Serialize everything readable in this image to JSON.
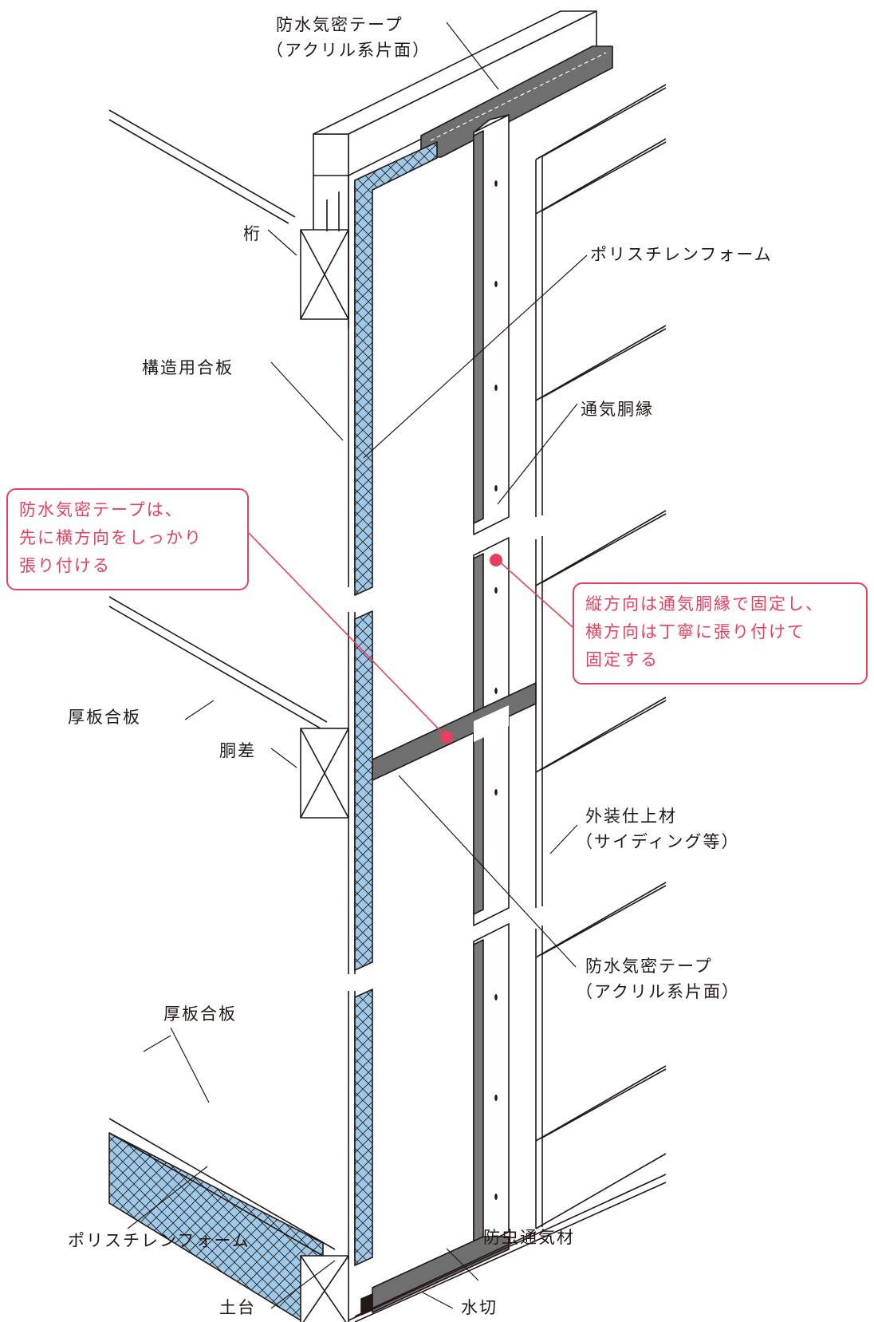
{
  "labels": {
    "top_tape_line1": "防水気密テープ",
    "top_tape_line2": "（アクリル系片面）",
    "keta": "桁",
    "polystyrene_upper": "ポリスチレンフォーム",
    "structural_plywood": "構造用合板",
    "furring_strip": "通気胴縁",
    "thick_plywood_mid": "厚板合板",
    "dousashi": "胴差",
    "exterior_finish_line1": "外装仕上材",
    "exterior_finish_line2": "（サイディング等）",
    "bottom_tape_line1": "防水気密テープ",
    "bottom_tape_line2": "（アクリル系片面）",
    "thick_plywood_lower": "厚板合板",
    "polystyrene_lower": "ポリスチレンフォーム",
    "insect_vent": "防虫通気材",
    "dodai": "土台",
    "mizukiri": "水切"
  },
  "notes": {
    "left": [
      "防水気密テープは、",
      "先に横方向をしっかり",
      "張り付ける"
    ],
    "right": [
      "縦方向は通気胴縁で固定し、",
      "横方向は丁寧に張り付けて",
      "固定する"
    ]
  },
  "colors": {
    "line": "#231815",
    "insulation": "#9fc9e8",
    "tape": "#6f6f6f",
    "accent": "#e5405e"
  }
}
